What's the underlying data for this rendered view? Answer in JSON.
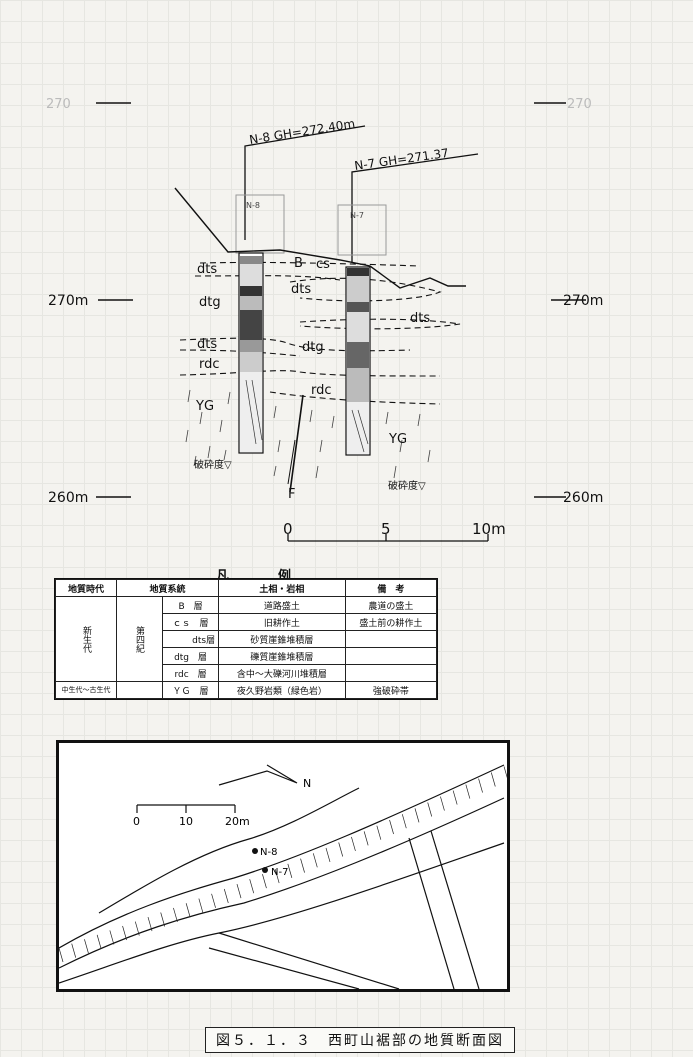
{
  "caption": "図５．１．３　西町山裾部の地質断面図",
  "elevation_labels": {
    "left_270": "270m",
    "left_260": "260m",
    "right_270": "270m",
    "right_260": "260m"
  },
  "boreholes": {
    "n8_header": "N-8 GH=272.40m",
    "n7_header": "N-7 GH=271.37",
    "n8_tag": "N-8",
    "n7_tag": "N-7"
  },
  "layer_labels": {
    "B": "B",
    "cs": "cs",
    "dts_left_top": "dts",
    "dtg_left": "dtg",
    "dts_left_bottom": "dts",
    "rdc_left": "rdc",
    "yg_left": "YG",
    "dts_mid": "dts",
    "dts_right": "dts",
    "dtg_mid": "dtg",
    "rdc_mid": "rdc",
    "yg_right": "YG",
    "fault": "F",
    "fracture_left": "破砕度▽",
    "fracture_right": "破砕度▽"
  },
  "scale_bar": {
    "t0": "0",
    "t5": "5",
    "t10": "10m"
  },
  "legend": {
    "title": "凡　例",
    "headers": [
      "地質時代",
      "地質系統",
      "土相・岩相",
      "備　考"
    ],
    "era_cenozoic": "新生代",
    "era_quaternary": "第四紀",
    "era_old": "中生代～古生代",
    "rows": [
      {
        "system": "B　層",
        "facies": "道路盛土",
        "note": "農道の盛土"
      },
      {
        "system": "ｃｓ　層",
        "facies": "旧耕作土",
        "note": "盛土前の耕作土"
      },
      {
        "system": "dts層",
        "facies": "砂質崖錐堆積層",
        "note": ""
      },
      {
        "system": "dtg　層",
        "facies": "礫質崖錐堆積層",
        "note": ""
      },
      {
        "system": "rdc　層",
        "facies": "含中～大礫河川堆積層",
        "note": ""
      },
      {
        "system": "ＹＧ　層",
        "facies": "夜久野岩類（緑色岩）",
        "note": "強破砕帯"
      }
    ]
  },
  "map": {
    "scale_t0": "0",
    "scale_t10": "10",
    "scale_t20": "20m",
    "north": "N",
    "n8": "N-8",
    "n7": "N-7"
  }
}
